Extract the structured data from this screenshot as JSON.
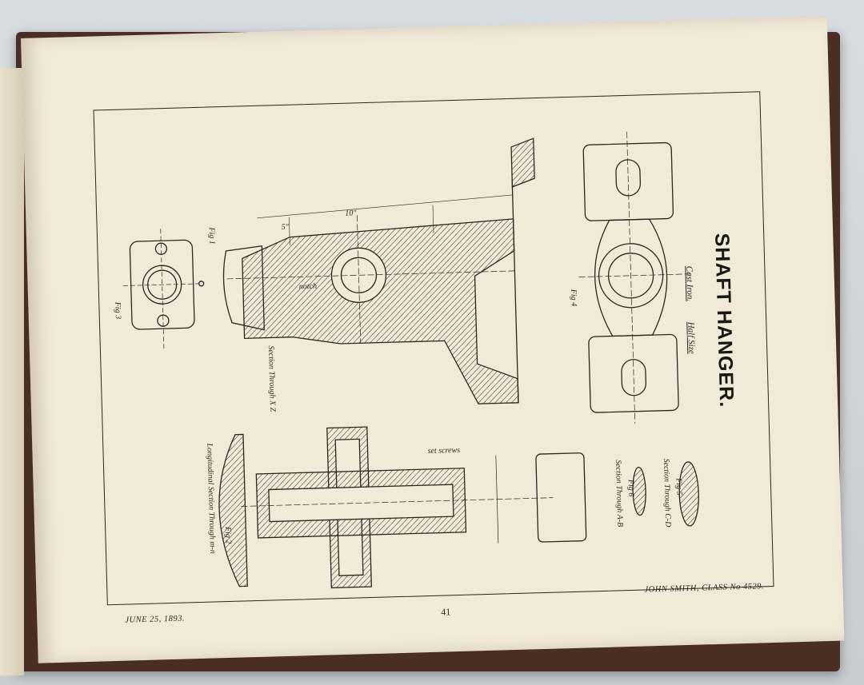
{
  "drawing": {
    "title": "SHAFT HANGER.",
    "material": "Cast Iron.",
    "scale": "Half Size",
    "figures": {
      "fig1": "Fig 1",
      "fig3": "Fig 3",
      "fig4": "Fig 4",
      "fig5": "Fig 5",
      "fig6": "Fig 6",
      "fig2": "Fig 2"
    },
    "section_labels": {
      "xz": "Section Through X Z",
      "cd": "Section Through C-D",
      "ab": "Section Through A-B",
      "longitudinal": "Longitudinal Section Through m-n"
    },
    "dimensions": {
      "ten_inch": "10\"",
      "five_inch": "5\"",
      "set_screws": "set screws",
      "notch": "notch"
    }
  },
  "footer": {
    "date": "JUNE 25, 1893.",
    "student": "JOHN SMITH, CLASS No 4529.",
    "page_number": "41"
  },
  "colors": {
    "paper": "#f1ead9",
    "ink": "#2b2622",
    "cover": "#4a2e25"
  }
}
